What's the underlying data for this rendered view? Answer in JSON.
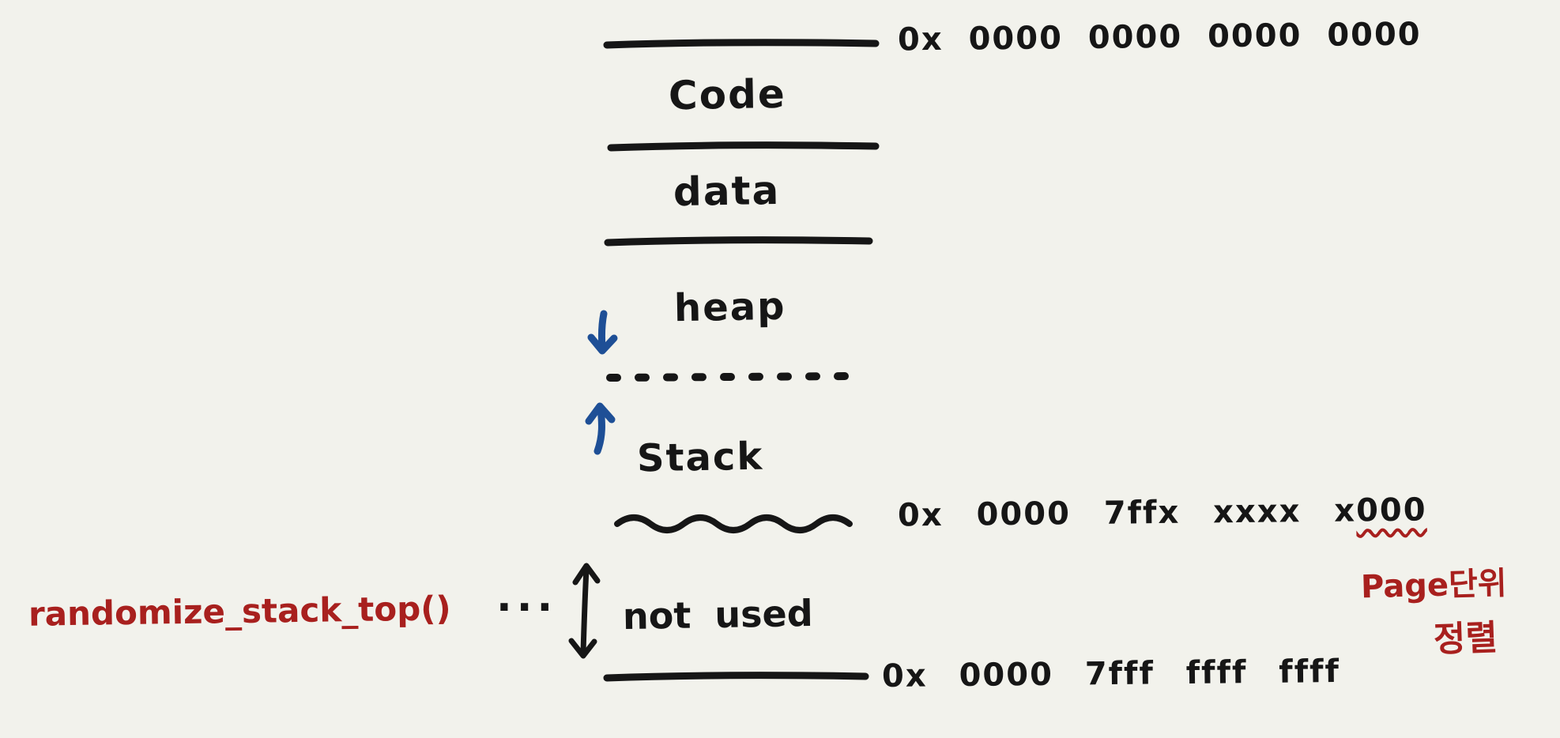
{
  "diagram": {
    "description": "hand-drawn process virtual address space memory layout",
    "regions": {
      "code_label": "Code",
      "data_label": "data",
      "heap_label": "heap",
      "stack_label": "Stack",
      "not_used_label": "not used"
    },
    "addresses": {
      "top_address": "0x 0000 0000 0000 0000",
      "stack_top_address_prefix": "0x 0000 7ffx xxxx x",
      "stack_top_address_random_suffix": "000",
      "bottom_address": "0x 0000 7fff ffff ffff"
    },
    "annotations": {
      "randomize_function": "randomize_stack_top()",
      "ellipsis": "···",
      "page_alignment_note_line1": "Page단위",
      "page_alignment_note_line2": "정렬"
    },
    "icons": {
      "heap_growth": "arrow-down-icon",
      "stack_growth": "arrow-up-icon",
      "not_used_span": "arrow-vertical-double-icon",
      "random_suffix_mark": "red-wavy-underline"
    },
    "colors": {
      "background": "#f2f2ec",
      "ink": "#161616",
      "blue": "#1e4f96",
      "red": "#a8201e"
    }
  }
}
